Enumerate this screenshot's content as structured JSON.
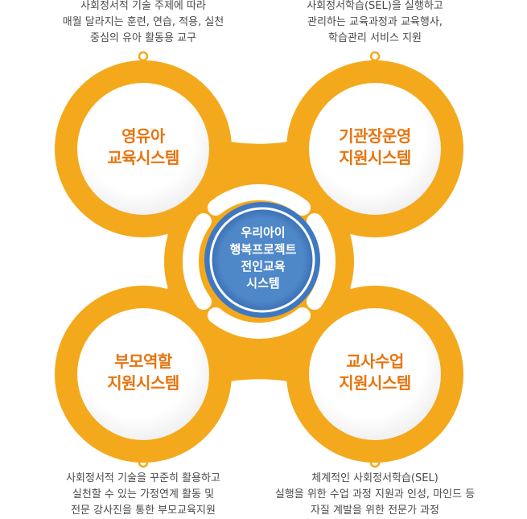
{
  "center": {
    "lines": [
      "우리아이",
      "행복프로젝트",
      "전인교육",
      "시스템"
    ]
  },
  "systems": [
    {
      "id": "infant",
      "lines": [
        "영유아",
        "교육시스템"
      ]
    },
    {
      "id": "institution",
      "lines": [
        "기관장운영",
        "지원시스템"
      ]
    },
    {
      "id": "parent",
      "lines": [
        "부모역할",
        "지원시스템"
      ]
    },
    {
      "id": "teacher",
      "lines": [
        "교사수업",
        "지원시스템"
      ]
    }
  ],
  "descriptions": {
    "top_left": [
      "사회정서적 기술 주제에 따라",
      "매월 달라지는 훈련, 연습, 적용, 실천",
      "중심의 유아 활동용 교구"
    ],
    "top_right": [
      "사회정서학습(SEL)을 실행하고",
      "관리하는 교육과정과 교육행사,",
      "학습관리 서비스 지원"
    ],
    "bottom_left": [
      "사회정서적 기술을 꾸준히 활용하고",
      "실천할 수 있는 가정연계 활동 및",
      "전문 강사진을 통한 부모교육지원"
    ],
    "bottom_right": [
      "체계적인 사회정서학습(SEL)",
      "실행을 위한 수업 과정 지원과  인성, 마인드 등",
      "자질 계발을 위한 전문가 과정"
    ]
  },
  "colors": {
    "orange_band": "#f4a91c",
    "orange_text": "#e8740d",
    "center_blue": "#5f97d3",
    "center_ring": "#3f78c2",
    "connector": "#f4a91c"
  }
}
